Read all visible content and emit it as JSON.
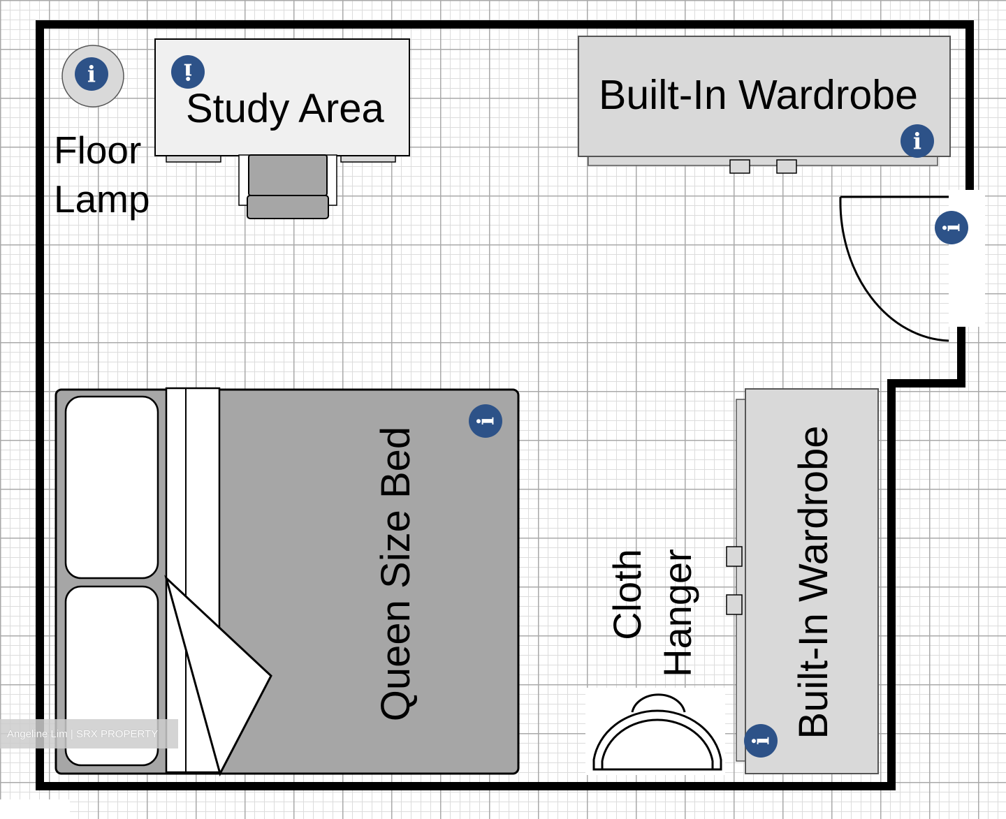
{
  "labels": {
    "floor_lamp_line1": "Floor",
    "floor_lamp_line2": "Lamp",
    "study_area": "Study Area",
    "wardrobe_top": "Built-In Wardrobe",
    "wardrobe_right": "Built-In Wardrobe",
    "bed": "Queen Size Bed",
    "hanger_line1": "Cloth",
    "hanger_line2": "Hanger"
  },
  "watermark": "Angeline Lim | SRX PROPERTY",
  "icons": {
    "info_glyph": "i",
    "accent_color": "#2d5288"
  },
  "colors": {
    "wall": "#000000",
    "furniture_light": "#d9d9d9",
    "bed_fill": "#a6a6a6",
    "grid_major": "#a9a9a9",
    "grid_minor": "#dcdcdc"
  }
}
